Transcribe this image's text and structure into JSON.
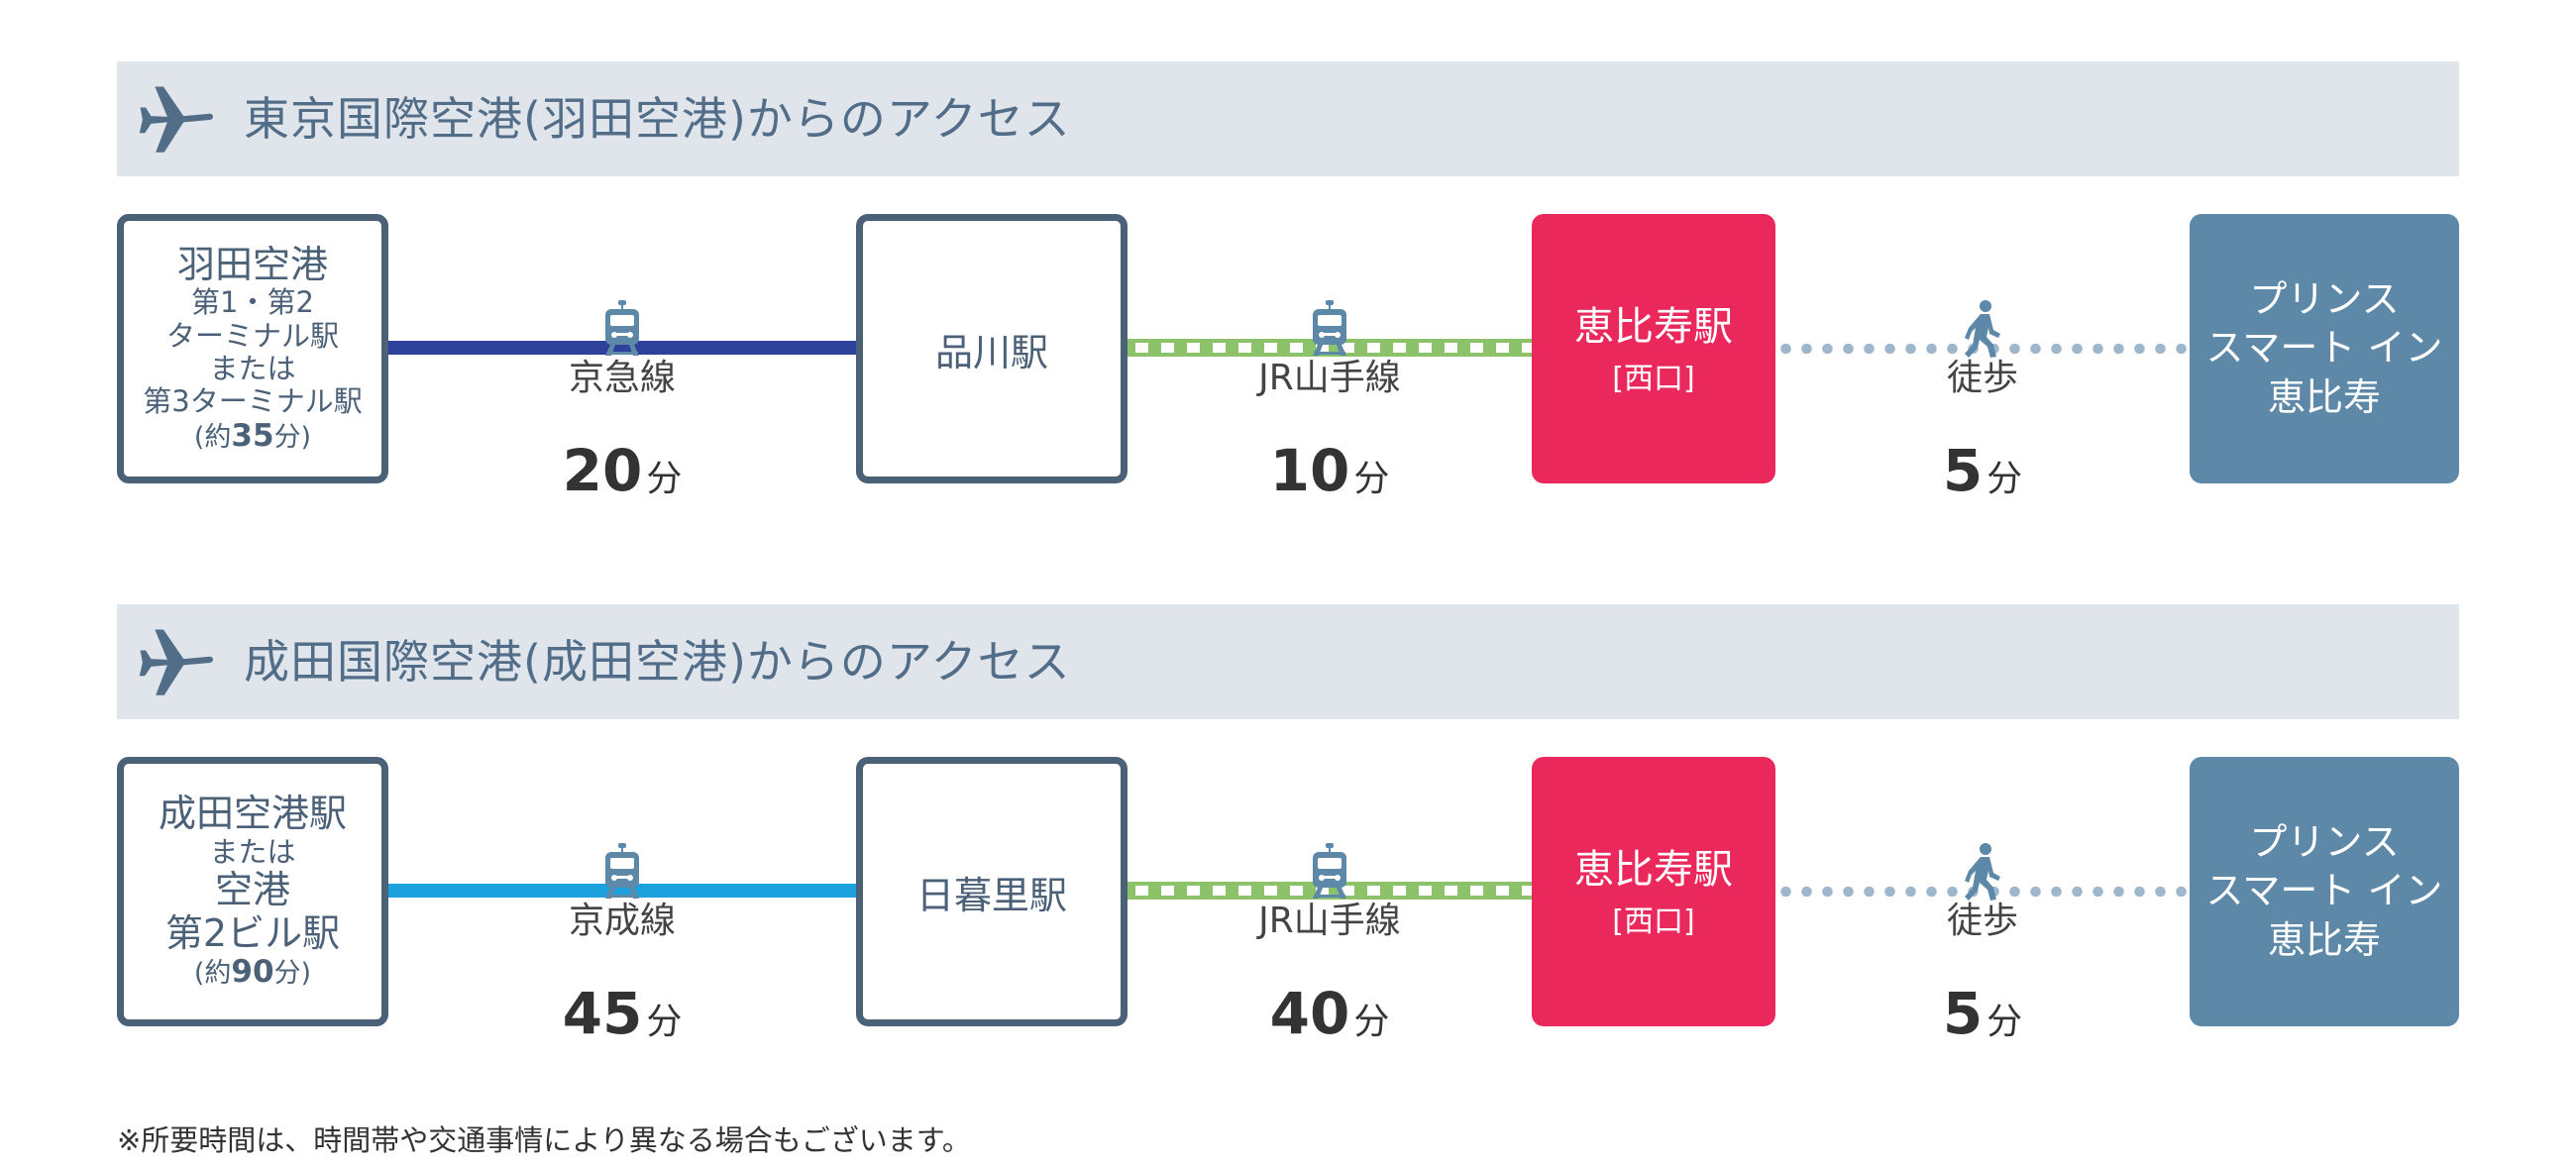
{
  "colors": {
    "header_bg": "#e0e4eb",
    "header_text": "#526d87",
    "station_border": "#4b6178",
    "ebisu_station": "#ea285c",
    "hotel": "#5e88a7",
    "keikyu_line": "#2e419a",
    "keisei_line": "#1da1de",
    "yamanote_line": "#8cc26a",
    "walk_dots": "#9fb7cc"
  },
  "icons": {
    "header": "airplane-icon",
    "train": "train-icon",
    "walk": "walking-person-icon"
  },
  "routes": [
    {
      "title": "東京国際空港(羽田空港)からのアクセス",
      "origin_lines": [
        "羽田空港",
        "第1・第2",
        "ターミナル駅",
        "または",
        "第3ターミナル駅"
      ],
      "origin_time_prefix": "(約",
      "origin_time_num": "35",
      "origin_time_suffix": "分)",
      "segment1_label": "京急線",
      "segment1_time": "20",
      "transfer_station": "品川駅",
      "segment2_label": "JR山手線",
      "segment2_time": "10",
      "ebisu_name": "恵比寿駅",
      "ebisu_exit": "[西口]",
      "walk_label": "徒歩",
      "walk_time": "5",
      "minute_unit": "分",
      "hotel_lines": [
        "プリンス",
        "スマート イン",
        "恵比寿"
      ]
    },
    {
      "title": "成田国際空港(成田空港)からのアクセス",
      "origin_lines": [
        "成田空港駅",
        "または",
        "空港",
        "第2ビル駅"
      ],
      "origin_time_prefix": "(約",
      "origin_time_num": "90",
      "origin_time_suffix": "分)",
      "segment1_label": "京成線",
      "segment1_time": "45",
      "transfer_station": "日暮里駅",
      "segment2_label": "JR山手線",
      "segment2_time": "40",
      "ebisu_name": "恵比寿駅",
      "ebisu_exit": "[西口]",
      "walk_label": "徒歩",
      "walk_time": "5",
      "minute_unit": "分",
      "hotel_lines": [
        "プリンス",
        "スマート イン",
        "恵比寿"
      ]
    }
  ],
  "note": "※所要時間は、時間帯や交通事情により異なる場合もございます。"
}
